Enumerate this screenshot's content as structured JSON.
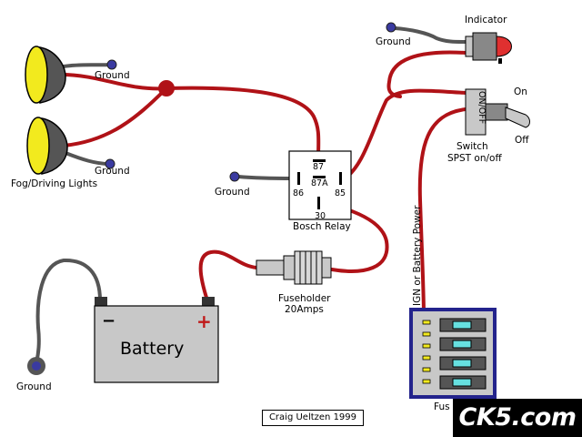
{
  "labels": {
    "indicator": "Indicator",
    "ground_indicator": "Ground",
    "ground_fog_top": "Ground",
    "ground_fog_bottom": "Ground",
    "fog_lights": "Fog/Driving Lights",
    "ground_relay": "Ground",
    "relay_87": "87",
    "relay_87a": "87A",
    "relay_86": "86",
    "relay_85": "85",
    "relay_30": "30",
    "relay_name": "Bosch Relay",
    "switch_text": "ON/OFF",
    "switch_on": "On",
    "switch_off": "Off",
    "switch_name": "Switch",
    "switch_type": "SPST on/off",
    "power_source": "IGN or Battery Power",
    "fuseholder": "Fuseholder",
    "fuseholder_rating": "20Amps",
    "battery": "Battery",
    "battery_minus": "−",
    "battery_plus": "+",
    "ground_battery": "Ground",
    "fuse_box": "Fus",
    "credit": "Craig Ueltzen 1999",
    "watermark": "CK5.com"
  },
  "colors": {
    "wire_red": "#b01217",
    "wire_gray": "#555555",
    "ground_blue": "#3a3aa0",
    "lamp_yellow": "#f2ea1e",
    "lamp_body": "#555555",
    "battery_body": "#c8c8c8",
    "fuse_box_border": "#23238c",
    "fuse_cyan": "#66e0e0",
    "indicator_red": "#e03030"
  }
}
